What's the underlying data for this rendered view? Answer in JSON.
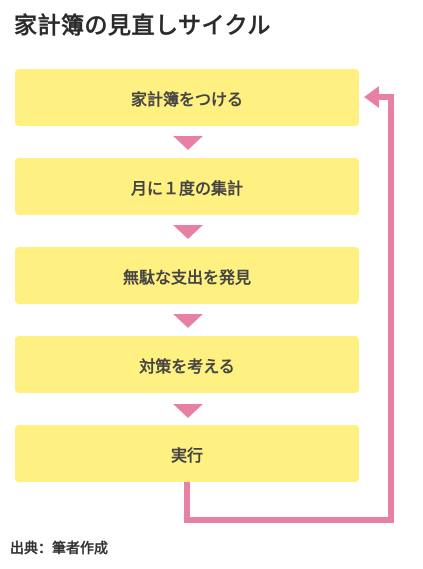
{
  "title": "家計簿の見直しサイクル",
  "steps": [
    {
      "label": "家計簿をつける"
    },
    {
      "label": "月に１度の集計"
    },
    {
      "label": "無駄な支出を発見"
    },
    {
      "label": "対策を考える"
    },
    {
      "label": "実行"
    }
  ],
  "source": "出典：筆者作成",
  "colors": {
    "box": "#fef081",
    "arrow": "#e87fa5"
  },
  "icons": {
    "down_arrow": "triangle-down-icon",
    "loop_arrow": "loop-back-arrow-icon"
  }
}
